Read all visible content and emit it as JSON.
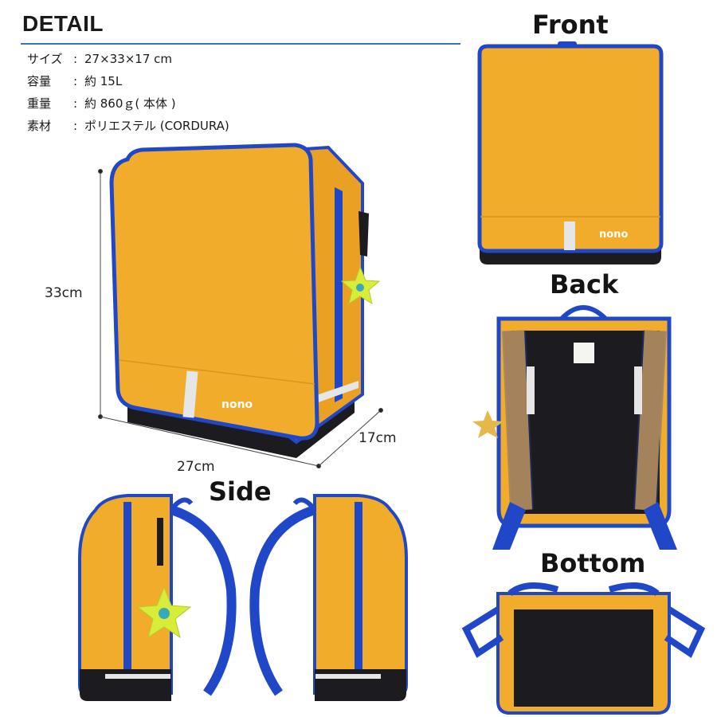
{
  "header": {
    "title": "DETAIL"
  },
  "specs": [
    {
      "key": "サイズ",
      "sep": ":",
      "value": "27×33×17 cm"
    },
    {
      "key": "容量",
      "sep": ":",
      "value": "約 15L"
    },
    {
      "key": "重量",
      "sep": ":",
      "value": "約 860ｇ( 本体 )"
    },
    {
      "key": "素材",
      "sep": ":",
      "value": "ポリエステル (CORDURA)"
    }
  ],
  "dimensions": {
    "height": "33cm",
    "width": "27cm",
    "depth": "17cm"
  },
  "views": {
    "front": "Front",
    "back": "Back",
    "side": "Side",
    "bottom": "Bottom"
  },
  "brand": {
    "logo_text": "nono"
  },
  "colors": {
    "bag_body": "#f1ac2c",
    "trim": "#2147c9",
    "base": "#1c1c20",
    "reflector": "#e6e6e6",
    "keychain": "#d8ec3a",
    "title_rule": "#3a73c2"
  }
}
